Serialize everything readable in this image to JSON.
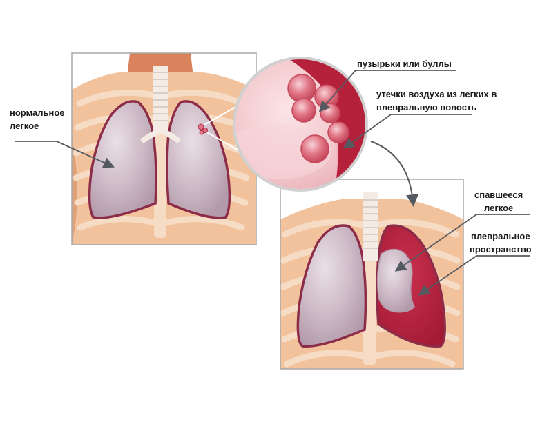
{
  "labels": {
    "normal_lung": [
      "нормальное",
      "легкое"
    ],
    "bullae": "пузырьки или буллы",
    "air_leak": [
      "утечки воздуха из легких в",
      "плевральную полость"
    ],
    "collapsed_lung": [
      "спавшееся",
      "легкое"
    ],
    "pleural_space": [
      "плевральное",
      "пространство"
    ]
  },
  "colors": {
    "skin": "#f2c29d",
    "skin_dark": "#e0a179",
    "neck": "#d9825b",
    "rib": "#f6dcc4",
    "lung_fill": "#cbb8c4",
    "lung_outline": "#8c2c48",
    "trachea": "#f3ebe4",
    "pleural_blood": "#b5203b",
    "frame": "#a8a8a8",
    "leader": "#555a60"
  }
}
